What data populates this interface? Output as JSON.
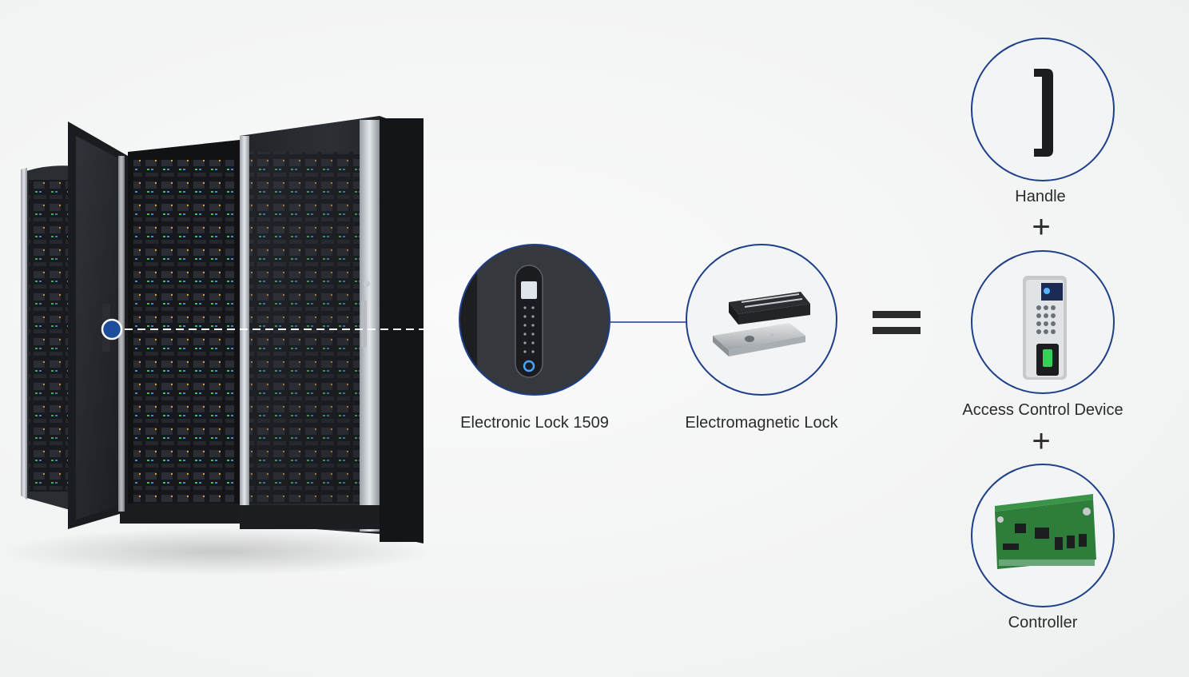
{
  "labels": {
    "electronic_lock": "Electronic Lock 1509",
    "electromagnetic_lock": "Electromagnetic Lock",
    "handle": "Handle",
    "access_control": "Access Control Device",
    "controller": "Controller"
  },
  "symbols": {
    "equals": "=",
    "plus": "+"
  },
  "colors": {
    "accent_blue": "#1d4d9b",
    "circle_border": "#1e3f8a",
    "cabinet_dark": "#1a1c1f",
    "board_green": "#2e7d3a"
  }
}
